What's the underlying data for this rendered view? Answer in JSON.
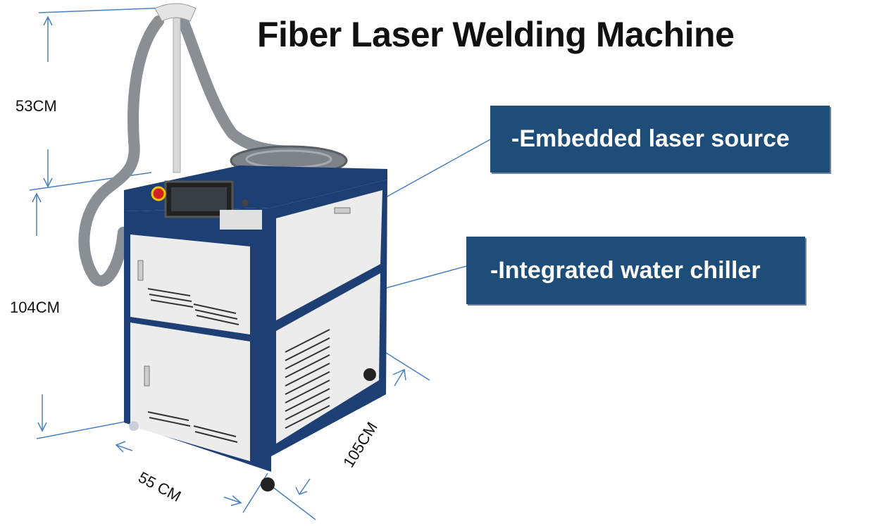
{
  "title": "Fiber Laser Welding Machine",
  "callouts": {
    "laser_source": "-Embedded laser source",
    "water_chiller": "-Integrated water chiller"
  },
  "dimensions": {
    "top_height": "53CM",
    "body_height": "104CM",
    "width": "55 CM",
    "depth": "105CM"
  },
  "colors": {
    "callout_bg": "#1f4d7a",
    "frame_blue": "#1e3f73",
    "panel_white": "#ececec",
    "dimension_line": "#4a7fc0"
  }
}
